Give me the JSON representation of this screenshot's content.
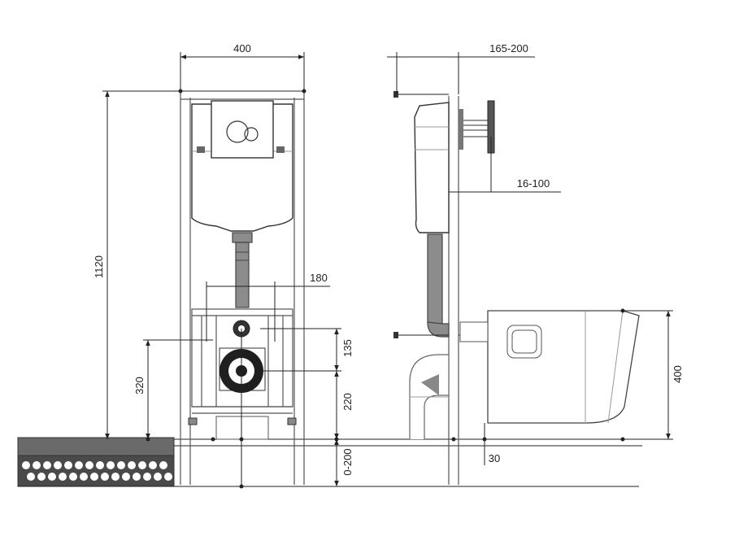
{
  "dimensions": {
    "frame_width": "400",
    "adjust_depth": "165-200",
    "wall_thickness": "16-100",
    "total_height": "1120",
    "flush_spacing": "180",
    "outlet_height": "320",
    "inlet_offset": "135",
    "outlet_to_floor": "220",
    "leg_adjust": "0-200",
    "bowl_height": "400",
    "floor_gap": "30"
  },
  "colors": {
    "line": "#222222",
    "pipe": "#8c8c8c",
    "floor_block": "#555555"
  }
}
